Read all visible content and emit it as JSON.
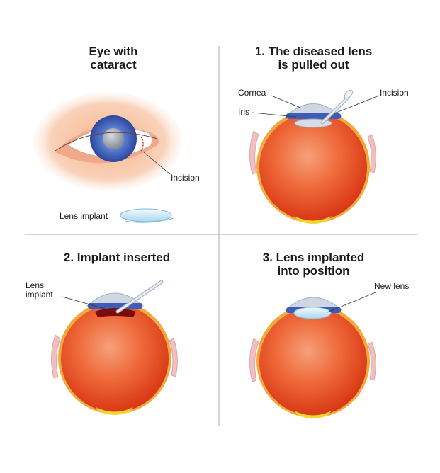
{
  "panels": [
    {
      "title": [
        "Eye with",
        "cataract"
      ],
      "labels": {
        "incision": "Incision",
        "lens_implant": "Lens implant"
      }
    },
    {
      "title": [
        "1. The diseased lens",
        "is pulled out"
      ],
      "labels": {
        "cornea": "Cornea",
        "iris": "Iris",
        "incision": "Incision"
      }
    },
    {
      "title": [
        "2. Implant inserted"
      ],
      "labels": {
        "lens_implant": [
          "Lens",
          "implant"
        ]
      }
    },
    {
      "title": [
        "3. Lens implanted",
        "into position"
      ],
      "labels": {
        "new_lens": "New lens"
      }
    }
  ],
  "colors": {
    "divider": "#aaaaaa",
    "eyeball": "#e9531f",
    "iris": "#4a6fc4",
    "cornea": "#cfd8e2",
    "lens": "#d8eef7",
    "skin": "#f7c7a8"
  }
}
